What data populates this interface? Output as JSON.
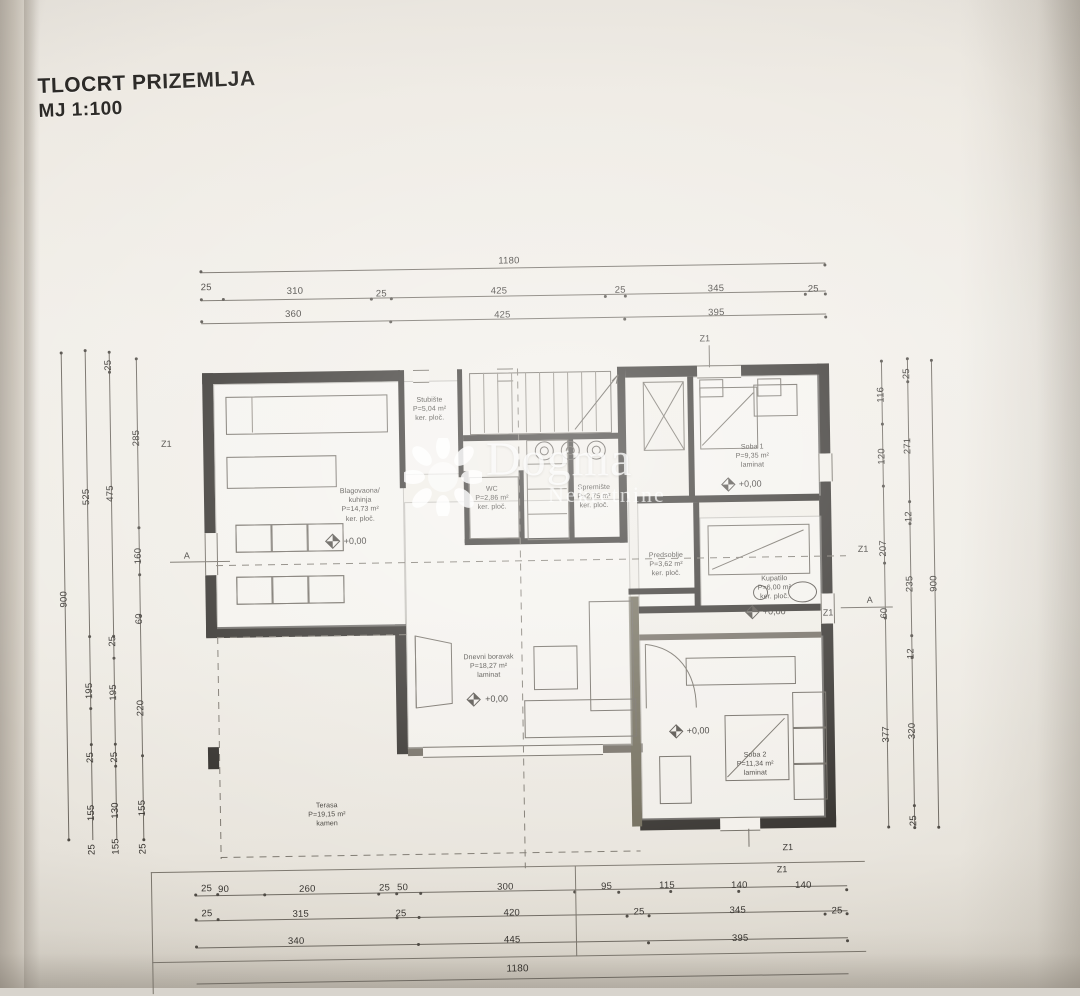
{
  "document": {
    "title_line1": "TLOCRT PRIZEMLJA",
    "title_line2": "MJ 1:100",
    "type": "architectural-floor-plan",
    "language": "hr"
  },
  "watermark": {
    "brand": "Dogma",
    "subtitle": "Nekretnine",
    "logo_icon": "sun-flower-logo-icon"
  },
  "rooms": [
    {
      "id": "kitchen",
      "name": "Blagovaona/\nkuhinja",
      "line1": "Blagovaona/",
      "line2": "kuhinja",
      "area": "P=14,73 m²",
      "finish": "ker. ploč.",
      "level": "+0,00"
    },
    {
      "id": "stairs",
      "line1": "Stubište",
      "line2": "",
      "area": "P=5,04 m²",
      "finish": "ker. ploč.",
      "level": ""
    },
    {
      "id": "wc",
      "line1": "WC",
      "line2": "",
      "area": "P=2,86 m²",
      "finish": "ker. ploč.",
      "level": ""
    },
    {
      "id": "pantry",
      "line1": "Spremište",
      "line2": "",
      "area": "P=2,75 m²",
      "finish": "ker. ploč.",
      "level": ""
    },
    {
      "id": "hallway",
      "line1": "Predsoblje",
      "line2": "",
      "area": "P=3,62 m²",
      "finish": "ker. ploč.",
      "level": ""
    },
    {
      "id": "bathroom",
      "line1": "Kupatilo",
      "line2": "",
      "area": "P=6,00 m²",
      "finish": "ker. ploč.",
      "level": "+0,00"
    },
    {
      "id": "bedroom1",
      "line1": "Soba 1",
      "line2": "",
      "area": "P=9,35 m²",
      "finish": "laminat",
      "level": "+0,00"
    },
    {
      "id": "bedroom2",
      "line1": "Soba 2",
      "line2": "",
      "area": "P=11,34 m²",
      "finish": "laminat",
      "level": "+0,00"
    },
    {
      "id": "living",
      "line1": "Dnevni boravak",
      "line2": "",
      "area": "P=18,27 m²",
      "finish": "laminat",
      "level": "+0,00"
    },
    {
      "id": "terrace",
      "line1": "Terasa",
      "line2": "",
      "area": "P=19,15 m²",
      "finish": "kamen",
      "level": ""
    }
  ],
  "dimensions": {
    "top": {
      "overall": "1180",
      "chain_detail": [
        "25",
        "310",
        "25",
        "425",
        "25",
        "345",
        "25"
      ],
      "chain_rooms": [
        "360",
        "425",
        "395"
      ]
    },
    "bottom": {
      "overall": "1180",
      "chain_detail": [
        "25",
        "90",
        "260",
        "25",
        "50",
        "300",
        "95",
        "115",
        "140",
        "140"
      ],
      "chain_mid": [
        "25",
        "315",
        "25",
        "420",
        "25",
        "345",
        "25"
      ],
      "chain_rooms": [
        "340",
        "445",
        "395"
      ]
    },
    "left": {
      "overall": "900",
      "chain_a": [
        "525",
        "195",
        "25",
        "155"
      ],
      "chain_b": [
        "25",
        "475",
        "25",
        "195",
        "25",
        "130"
      ],
      "chain_c": [
        "285",
        "160",
        "60",
        "220",
        "155"
      ]
    },
    "right": {
      "overall": "900",
      "chain_inner": [
        "116",
        "120",
        "207",
        "60",
        "377"
      ],
      "chain_outer": [
        "25",
        "271",
        "12",
        "235",
        "12",
        "320",
        "25"
      ]
    }
  },
  "markers": {
    "window_tag": "Z1",
    "door_tag": "Z1",
    "level_tag": "+0,00"
  },
  "colors": {
    "paper": "#eceae3",
    "wall": "#2e2b27",
    "ink": "#35322e",
    "dim_line": "#6f6a62",
    "watermark": "#ffffff"
  }
}
